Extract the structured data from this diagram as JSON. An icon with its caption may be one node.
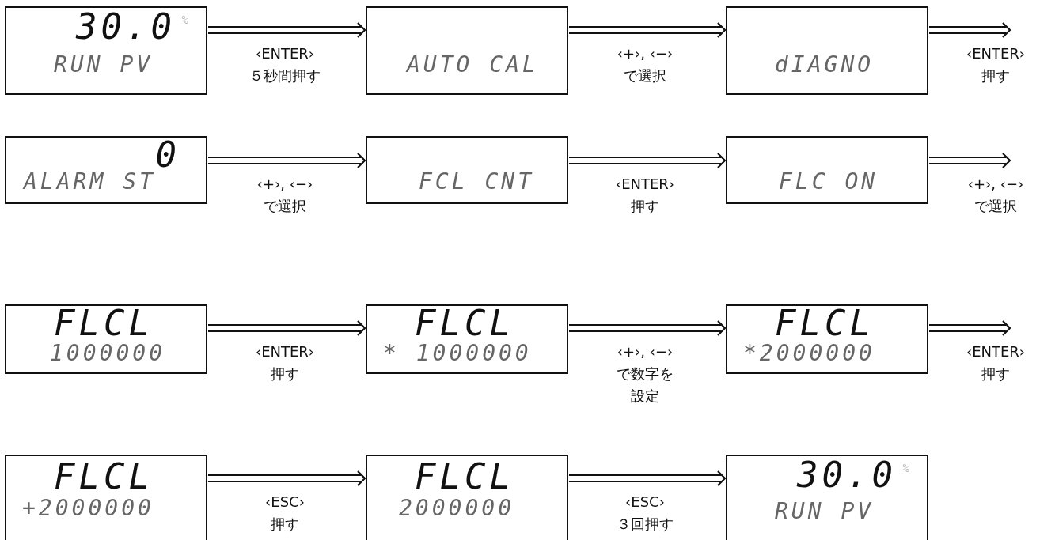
{
  "diagram": {
    "nodes": [
      {
        "text": [
          "30.0",
          "%",
          "RUN PV"
        ]
      },
      {
        "text": [
          "AUTO CAL"
        ]
      },
      {
        "text": [
          "dIAGNO"
        ]
      },
      {
        "text": [
          "0",
          "ALARM ST"
        ]
      },
      {
        "text": [
          "FCL CNT"
        ]
      },
      {
        "text": [
          "FLC ON"
        ]
      },
      {
        "text": [
          "FLCL",
          "1000000"
        ]
      },
      {
        "text": [
          "FLCL",
          "* 1000000"
        ]
      },
      {
        "text": [
          "FLCL",
          "*2000000"
        ]
      },
      {
        "text": [
          "FLCL",
          "+2000000"
        ]
      },
      {
        "text": [
          "FLCL",
          "2000000"
        ]
      },
      {
        "text": [
          "30.0",
          "%",
          "RUN PV"
        ]
      }
    ],
    "edges": [
      {
        "from": 0,
        "to": 1,
        "arrow": "to",
        "label": "‹ENTER› ５秒間押す"
      },
      {
        "from": 1,
        "to": 2,
        "arrow": "to",
        "label": "‹+›, ‹−› で選択"
      },
      {
        "from": 2,
        "to": null,
        "arrow": "to",
        "label": "‹ENTER› 押す"
      },
      {
        "from": 3,
        "to": 4,
        "arrow": "to",
        "label": "‹+›, ‹−› で選択"
      },
      {
        "from": 4,
        "to": 5,
        "arrow": "to",
        "label": "‹ENTER› 押す"
      },
      {
        "from": 5,
        "to": null,
        "arrow": "to",
        "label": "‹+›, ‹−› で選択"
      },
      {
        "from": 6,
        "to": 7,
        "arrow": "to",
        "label": "‹ENTER› 押す"
      },
      {
        "from": 7,
        "to": 8,
        "arrow": "to",
        "label": "‹+›, ‹−› で数字を設定"
      },
      {
        "from": 8,
        "to": null,
        "arrow": "to",
        "label": "‹ENTER› 押す"
      },
      {
        "from": 9,
        "to": 10,
        "arrow": "to",
        "label": "‹ESC› 押す"
      },
      {
        "from": 10,
        "to": 11,
        "arrow": "to",
        "label": "‹ESC› ３回押す"
      }
    ]
  }
}
